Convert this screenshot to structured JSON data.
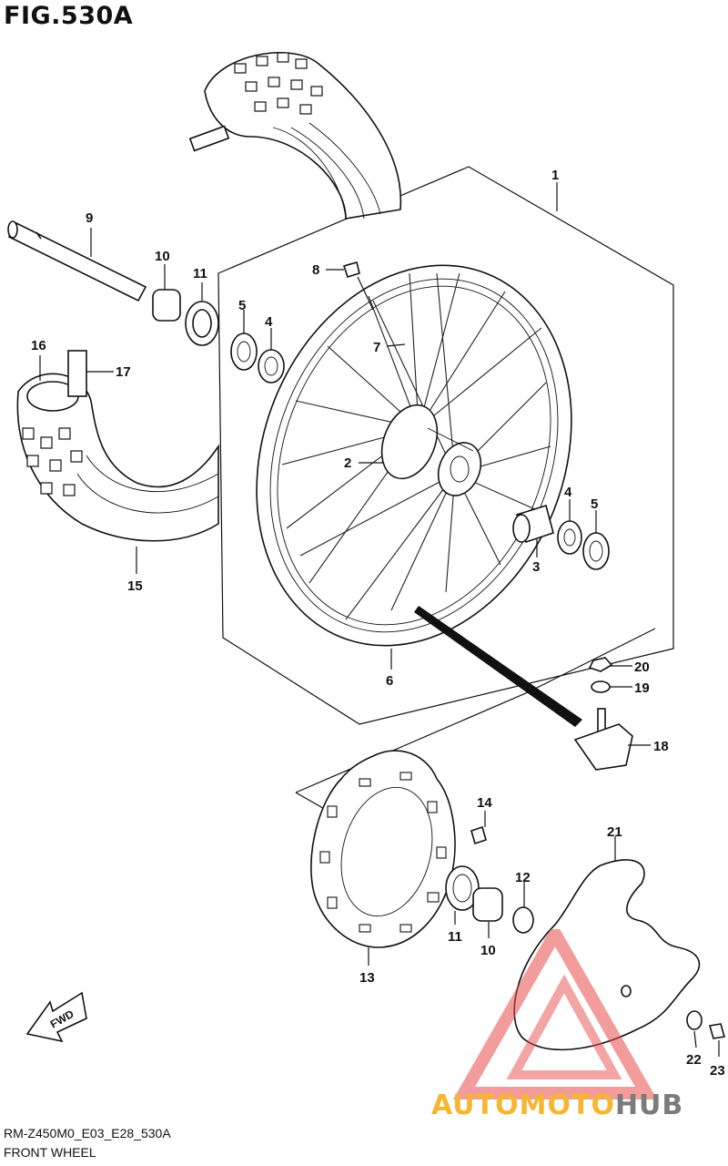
{
  "figure": {
    "title": "FIG.530A",
    "code": "RM-Z450M0_E03_E28_530A",
    "name": "FRONT WHEEL"
  },
  "callouts": {
    "c1": "1",
    "c2": "2",
    "c3": "3",
    "c4a": "4",
    "c4b": "4",
    "c5a": "5",
    "c5b": "5",
    "c6": "6",
    "c7": "7",
    "c8": "8",
    "c9": "9",
    "c10a": "10",
    "c10b": "10",
    "c11a": "11",
    "c11b": "11",
    "c12": "12",
    "c13": "13",
    "c14": "14",
    "c15": "15",
    "c16": "16",
    "c17": "17",
    "c18": "18",
    "c19": "19",
    "c20": "20",
    "c21": "21",
    "c22": "22",
    "c23": "23"
  },
  "fwd_label": "FWD",
  "watermark": {
    "part1": "AUTO",
    "part2": "MOTO",
    "part3": "HUB",
    "color_accent": "#f5b731",
    "color_dark": "#7b7b7b",
    "color_triangle": "#e84a4a"
  }
}
